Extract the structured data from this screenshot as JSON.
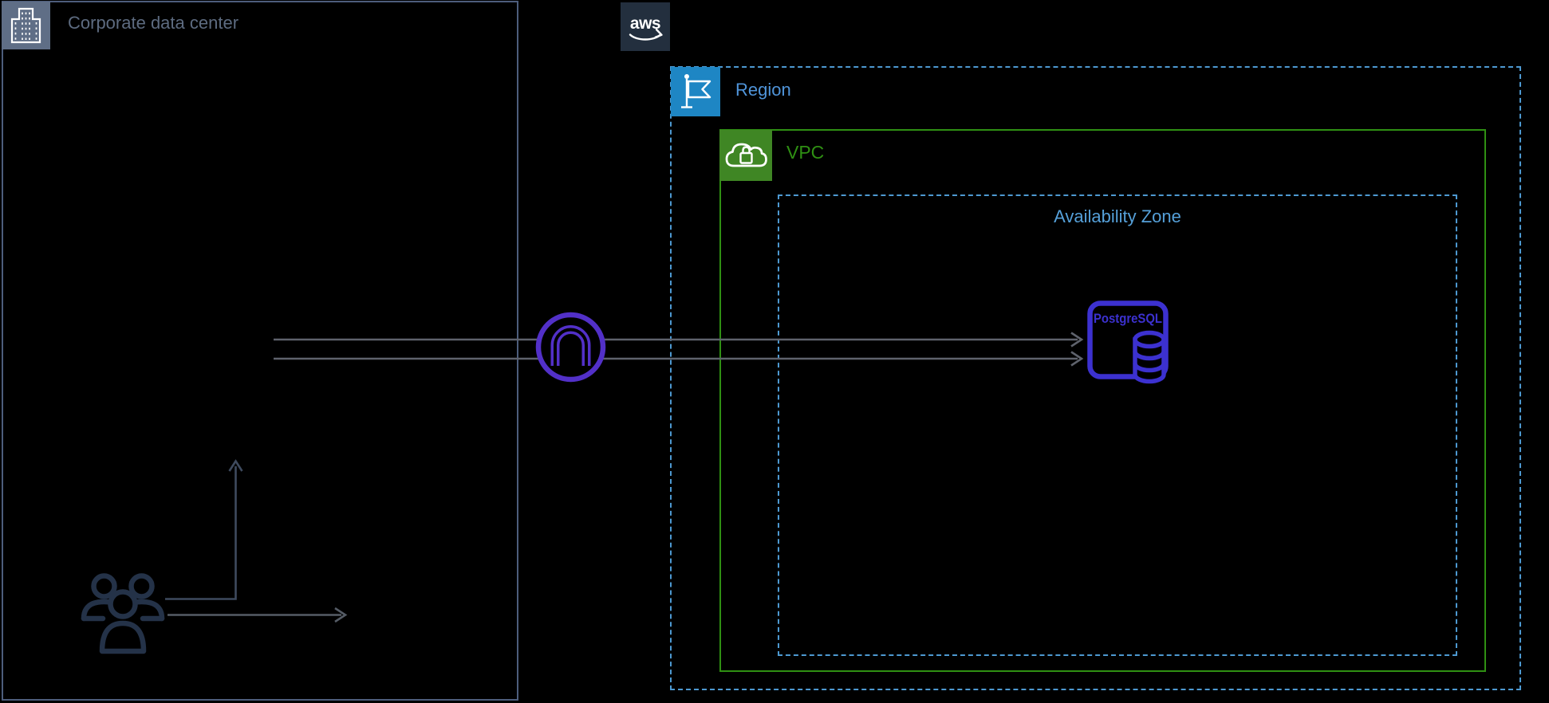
{
  "groups": {
    "corporate_data_center": {
      "label": "Corporate data center",
      "icon": "building-icon",
      "border_color": "#4d5d7c",
      "icon_bg": "#5f6e86",
      "label_color": "#5d6b80"
    },
    "region": {
      "label": "Region",
      "icon": "flag-icon",
      "border_style": "dashed",
      "border_color": "#4d99d1",
      "icon_bg": "#1e86c4",
      "label_color": "#4f94d9"
    },
    "vpc": {
      "label": "VPC",
      "icon": "cloud-lock-icon",
      "border_style": "solid",
      "border_color": "#2f9013",
      "icon_bg": "#3f8624",
      "label_color": "#2f9013"
    },
    "availability_zone": {
      "label": "Availability Zone",
      "border_style": "dashed",
      "border_color": "#4d99d1",
      "label_color": "#55a0d9"
    }
  },
  "nodes": {
    "aws_logo": {
      "label": "aws",
      "icon": "aws-logo-icon",
      "bg": "#232f3e",
      "color": "#ffffff"
    },
    "users": {
      "icon": "users-icon",
      "color": "#243248"
    },
    "gateway": {
      "icon": "vpn-gateway-icon",
      "color": "#5230c8"
    },
    "postgresql_db": {
      "label": "PostgreSQL",
      "icon": "postgresql-database-icon",
      "color": "#3c31d0"
    }
  },
  "connections": {
    "arrow_color": "#5e626c",
    "users_arrow_color": "#3e4a5e",
    "arrows": [
      {
        "name": "users-up-arrow",
        "type": "elbow",
        "direction": "up"
      },
      {
        "name": "users-right-arrow",
        "type": "straight",
        "direction": "right"
      },
      {
        "name": "to-database-upper-arrow",
        "type": "straight",
        "direction": "right",
        "via": "gateway"
      },
      {
        "name": "to-database-lower-arrow",
        "type": "straight",
        "direction": "right",
        "via": "gateway"
      }
    ]
  }
}
